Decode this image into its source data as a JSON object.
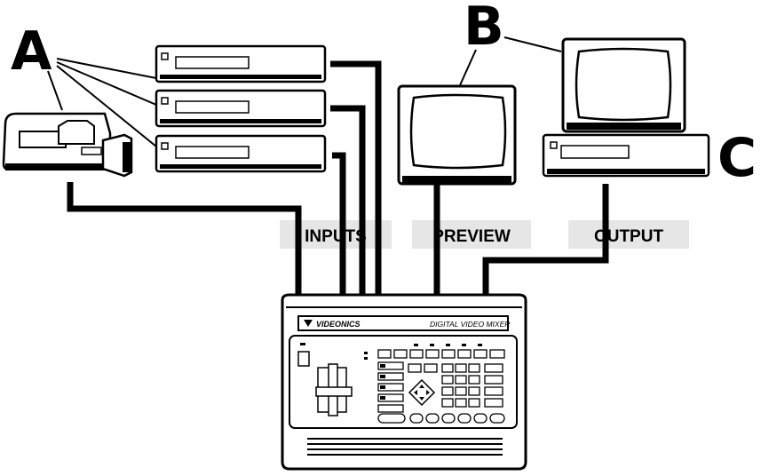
{
  "labels": {
    "a": "A",
    "b": "B",
    "c": "C"
  },
  "bars": {
    "inputs": "INPUTS",
    "preview": "PREVIEW",
    "output": "OUTPUT"
  },
  "mixer": {
    "brand": "VIDEONICS",
    "model": "DIGITAL VIDEO MIXER"
  },
  "colors": {
    "line": "#000000",
    "label_band": "#e6e6e6",
    "background": "#ffffff"
  }
}
